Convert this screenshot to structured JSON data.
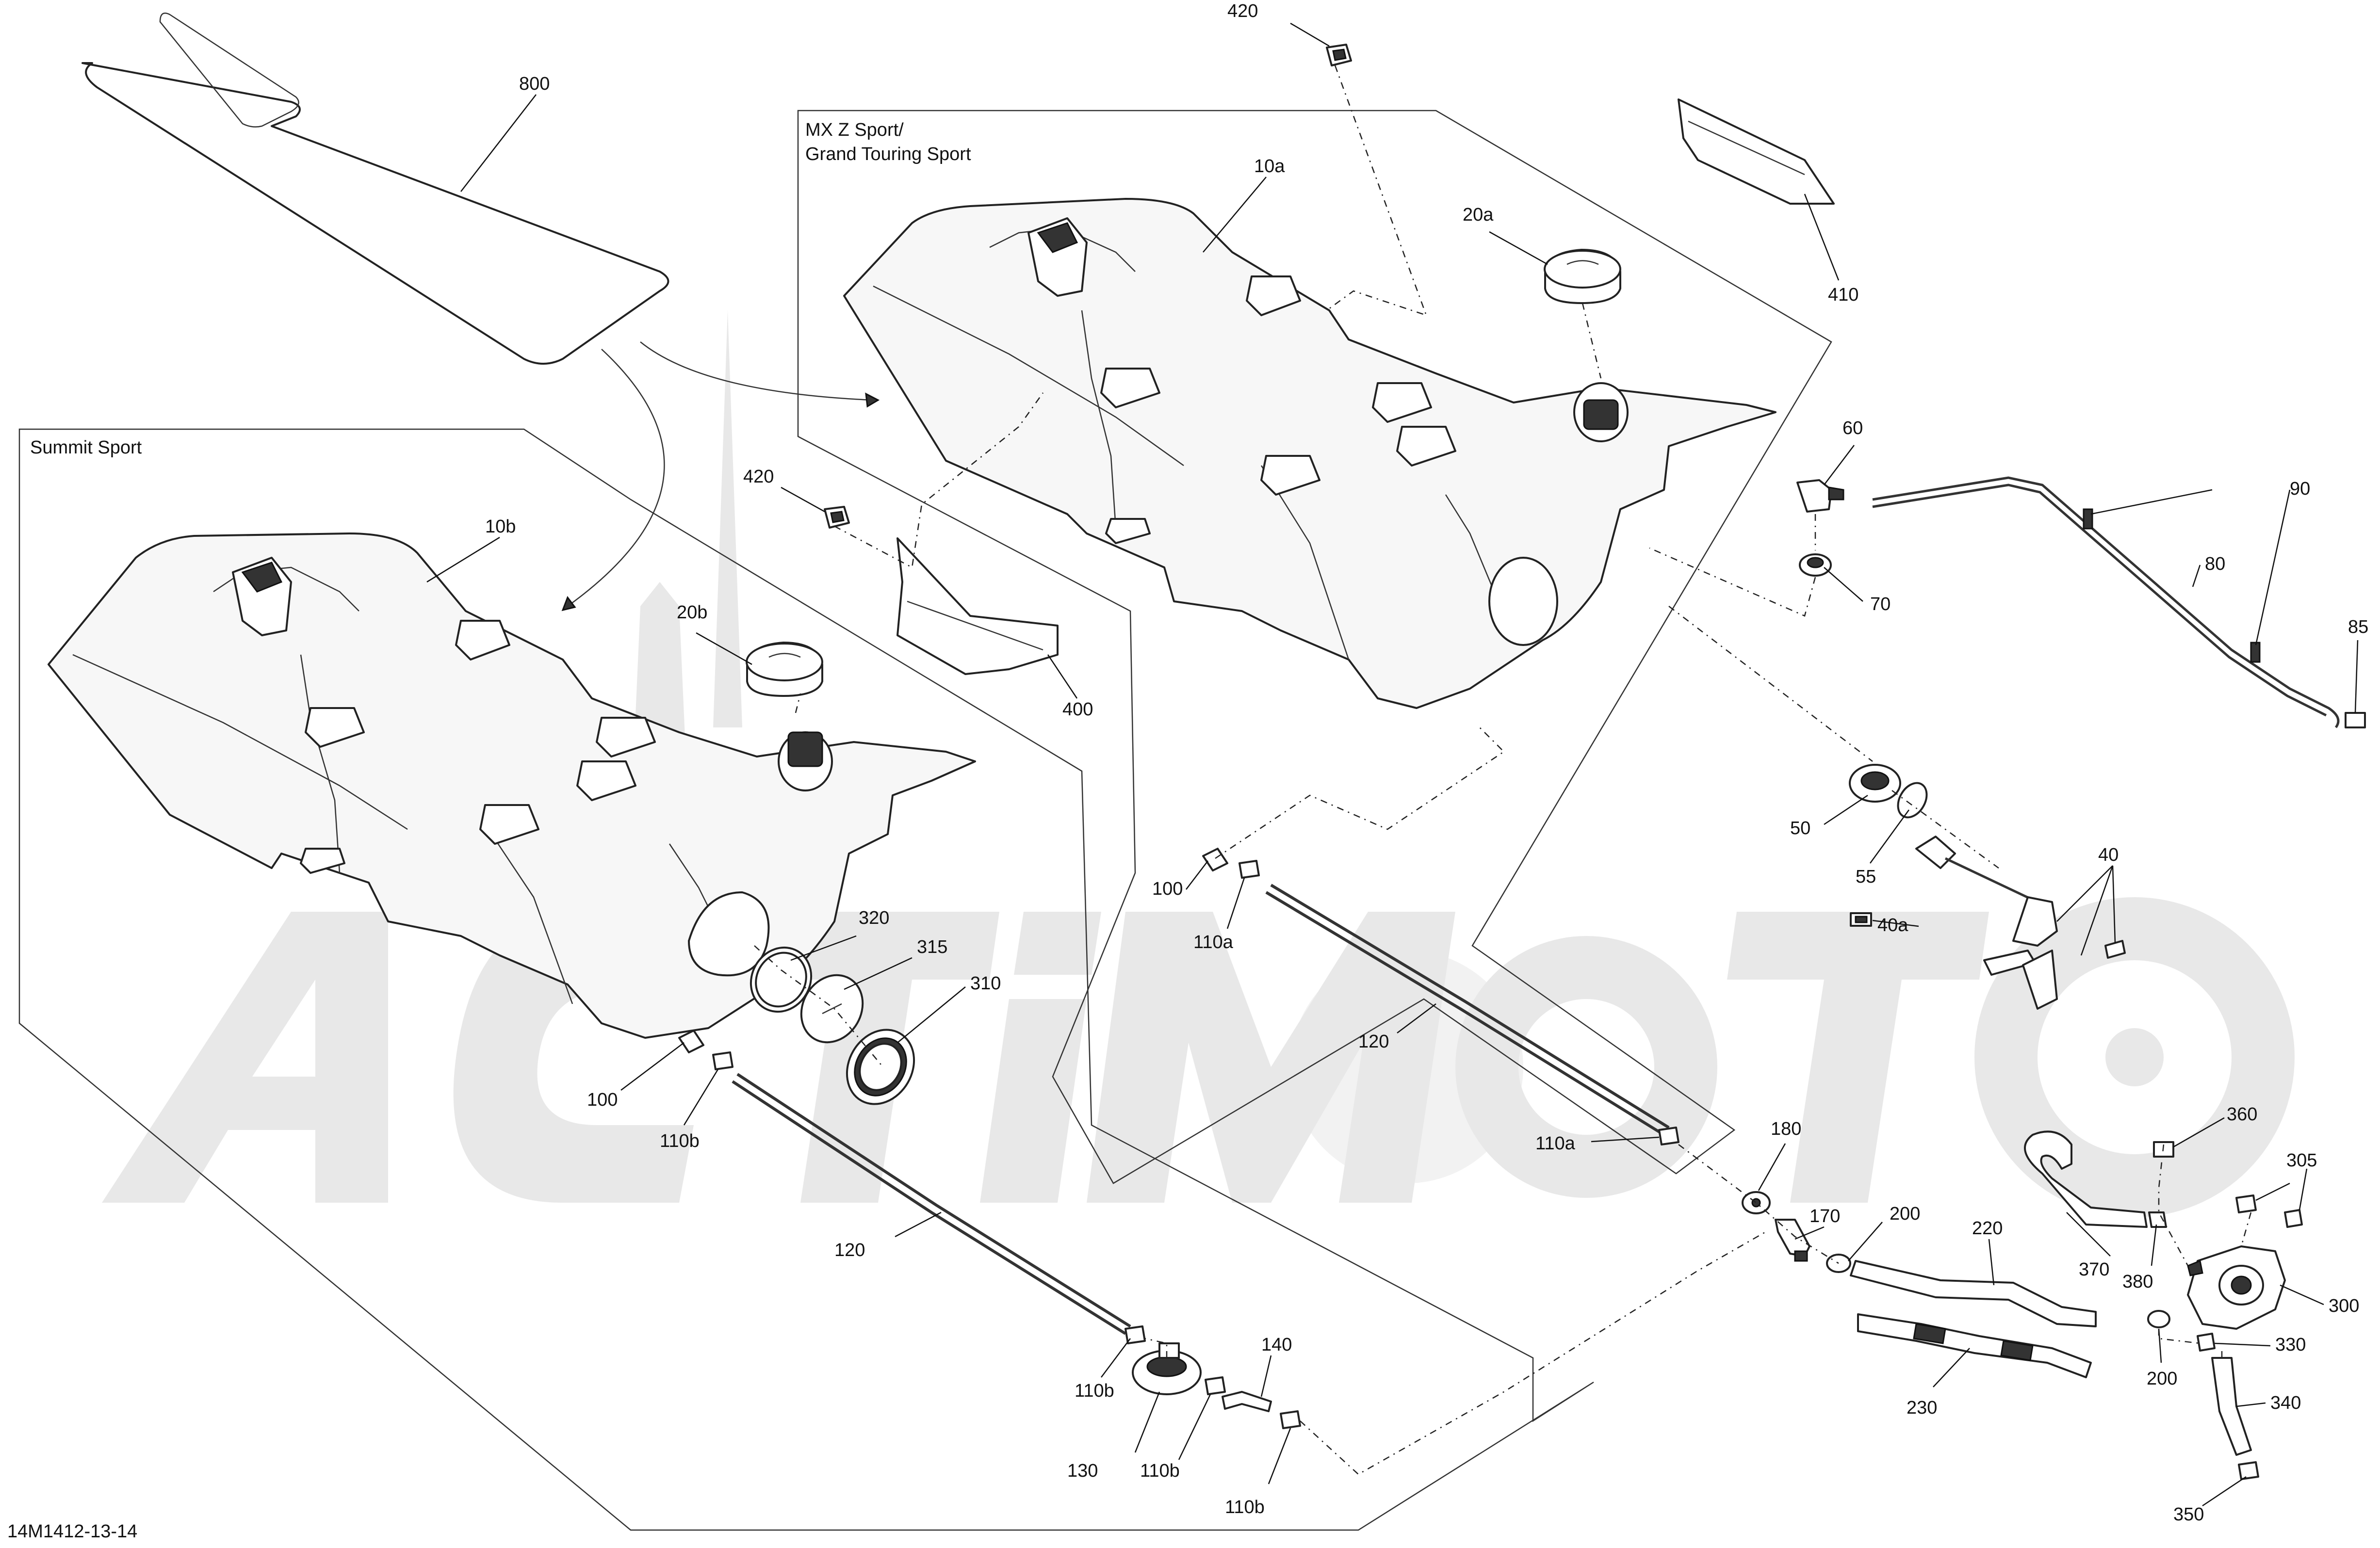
{
  "diagram": {
    "doc_code": "14M1412-13-14",
    "groups": {
      "mxz_title_line1": "MX Z Sport/",
      "mxz_title_line2": "Grand Touring Sport",
      "summit_title": "Summit Sport"
    },
    "callouts": {
      "c800": "800",
      "c420_top": "420",
      "c420_mid": "420",
      "c10a": "10a",
      "c10b": "10b",
      "c20a": "20a",
      "c20b": "20b",
      "c410": "410",
      "c400": "400",
      "c60": "60",
      "c70": "70",
      "c80": "80",
      "c90": "90",
      "c85": "85",
      "c50": "50",
      "c55": "55",
      "c40": "40",
      "c40a": "40a",
      "c100_top": "100",
      "c110a_top": "110a",
      "c120_top": "120",
      "c110a_low": "110a",
      "c180": "180",
      "c170": "170",
      "c200_a": "200",
      "c220": "220",
      "c230": "230",
      "c360": "360",
      "c305": "305",
      "c370": "370",
      "c380": "380",
      "c300": "300",
      "c330": "330",
      "c200_b": "200",
      "c340": "340",
      "c350": "350",
      "c320": "320",
      "c315": "315",
      "c310": "310",
      "c100_low": "100",
      "c110b_a": "110b",
      "c120_low": "120",
      "c110b_b": "110b",
      "c130": "130",
      "c110b_c": "110b",
      "c140": "140",
      "c110b_d": "110b"
    },
    "watermark_text": "ActiMoto"
  }
}
